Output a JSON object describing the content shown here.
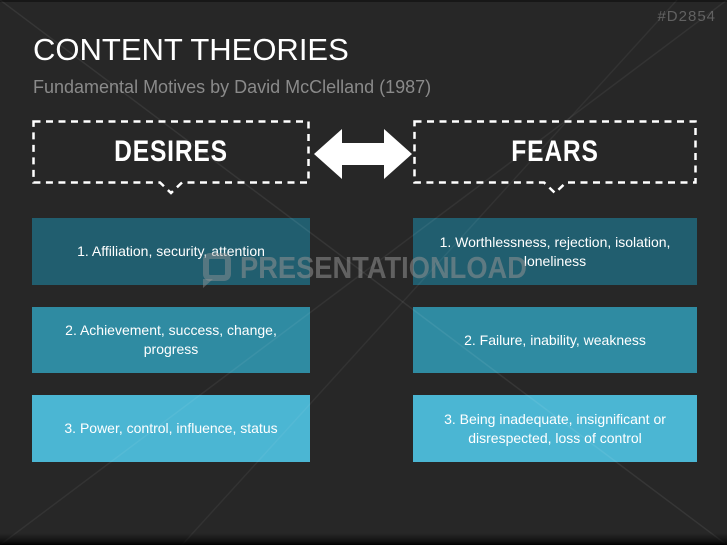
{
  "meta": {
    "product_id": "#D2854"
  },
  "header": {
    "title": "CONTENT THEORIES",
    "subtitle": "Fundamental Motives by David McClelland (1987)"
  },
  "columns": {
    "left": {
      "heading": "DESIRES",
      "items": [
        "1. Affiliation, security, attention",
        "2. Achievement, success, change, progress",
        "3. Power, control, influence, status"
      ]
    },
    "right": {
      "heading": "FEARS",
      "items": [
        "1. Worthlessness, rejection, isolation, loneliness",
        "2. Failure, inability, weakness",
        "3. Being inadequate, insignificant or disrespected, loss of control"
      ]
    }
  },
  "watermark": {
    "text": "PRESENTATIONLOAD",
    "logo": "speech-bubble-logo"
  },
  "colors": {
    "background": "#272727",
    "row1": "#215E6F",
    "row2": "#2F8BA2",
    "row3": "#4BB6D3",
    "dashed_border": "#FFFFFF",
    "title_text": "#FFFFFF",
    "subtitle_text": "#8A8A8A",
    "product_id_text": "#616161"
  }
}
